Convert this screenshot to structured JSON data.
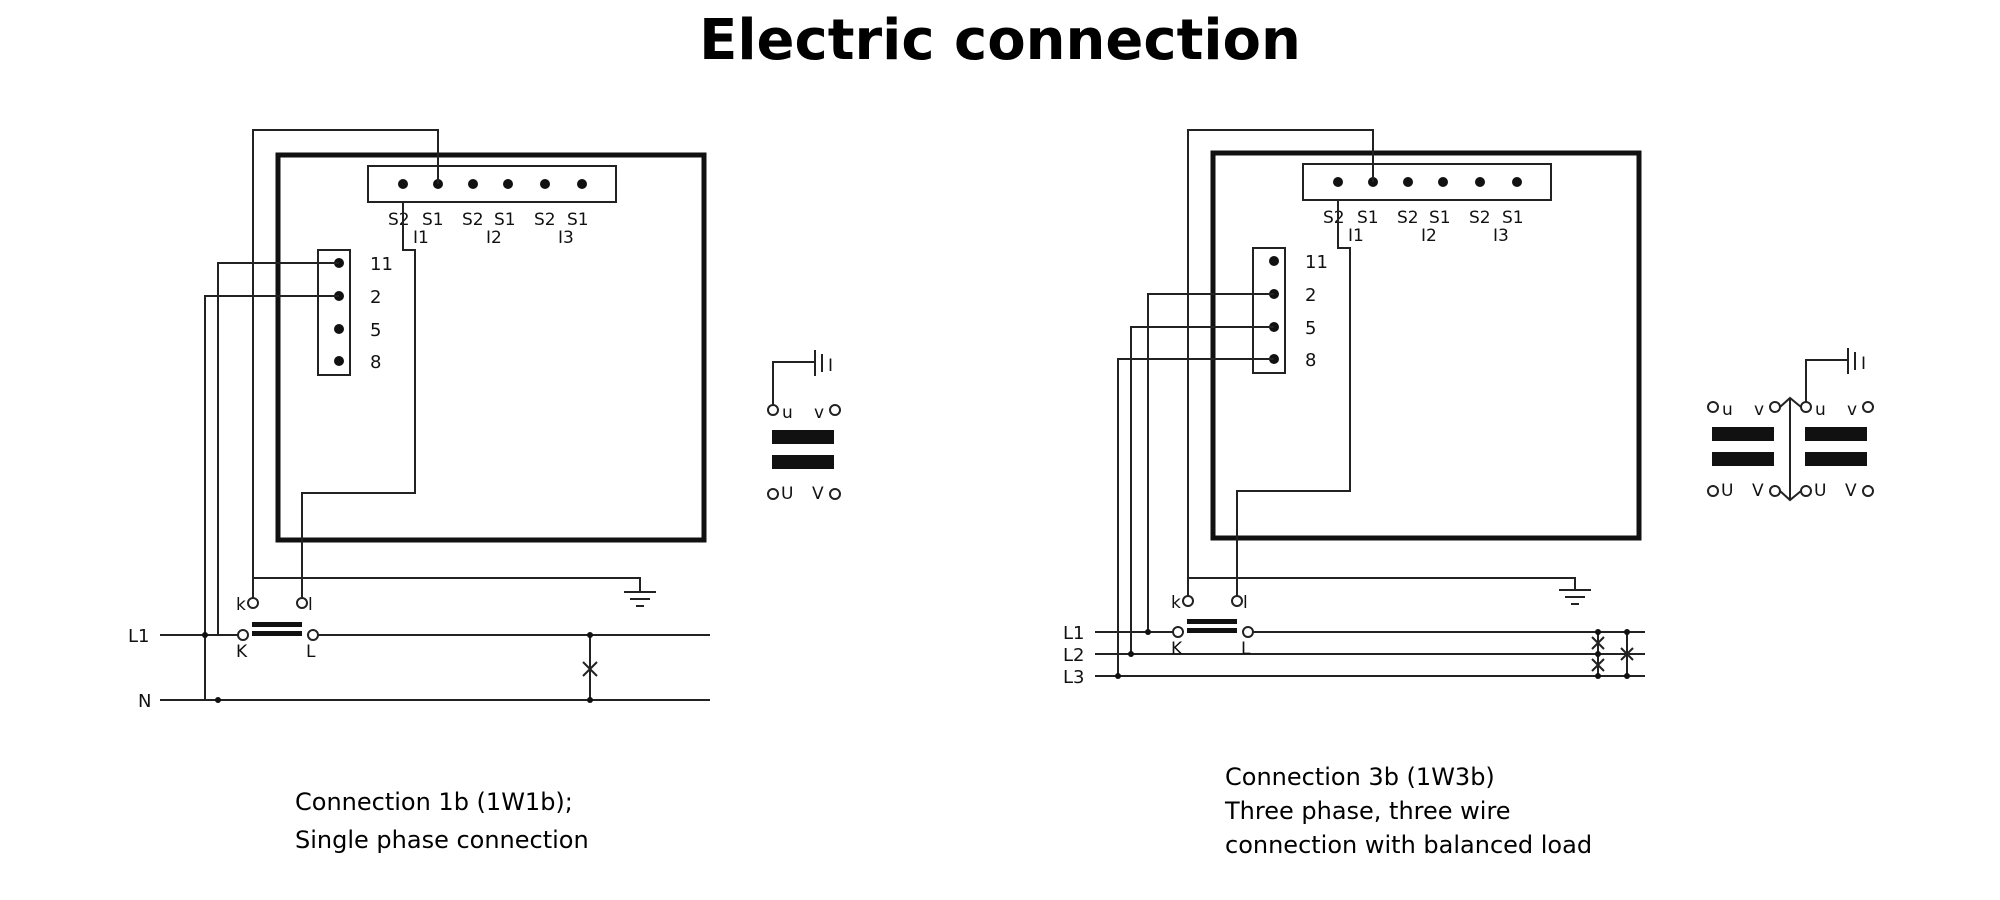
{
  "title": "Electric connection",
  "terminals": {
    "current_pair_s2": "S2",
    "current_pair_s1": "S1",
    "i1": "I1",
    "i2": "I2",
    "i3": "I3",
    "voltage_11": "11",
    "voltage_2": "2",
    "voltage_5": "5",
    "voltage_8": "8"
  },
  "ct_labels": {
    "k": "k",
    "l": "l",
    "K": "K",
    "L": "L"
  },
  "vt_labels": {
    "u": "u",
    "v": "v",
    "U": "U",
    "V": "V",
    "ground": "I"
  },
  "lines": {
    "L1": "L1",
    "L2": "L2",
    "L3": "L3",
    "N": "N"
  },
  "diagram_1b": {
    "caption_line1": "Connection 1b (1W1b);",
    "caption_line2": "Single phase connection"
  },
  "diagram_3b": {
    "caption_line1": "Connection 3b (1W3b)",
    "caption_line2": "Three phase, three wire",
    "caption_line3": "connection with balanced load"
  }
}
